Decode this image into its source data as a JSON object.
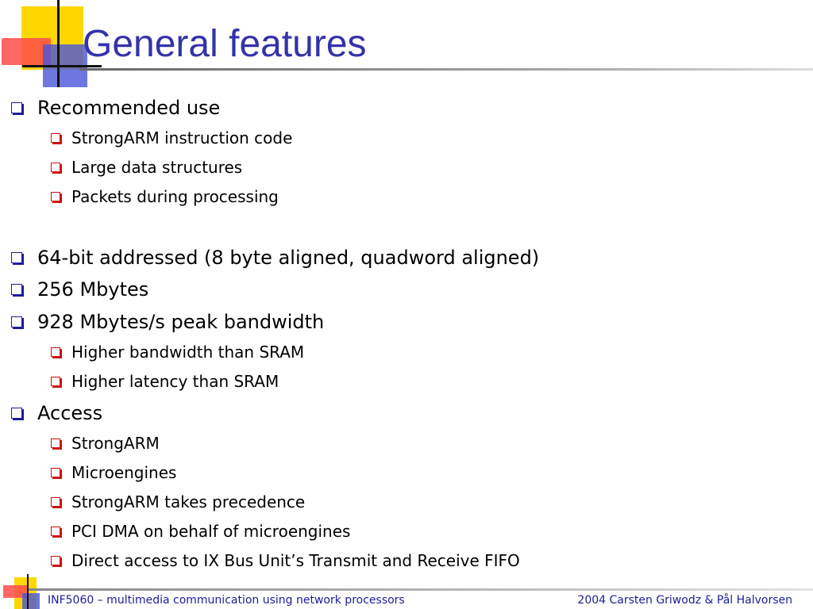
{
  "slide": {
    "title": "General features",
    "bullets": [
      {
        "level": 1,
        "text": "Recommended use"
      },
      {
        "level": 2,
        "text": "StrongARM instruction code"
      },
      {
        "level": 2,
        "text": "Large data structures"
      },
      {
        "level": 2,
        "text": "Packets during processing"
      },
      {
        "level": 1,
        "text": "64-bit addressed (8 byte aligned, quadword aligned)"
      },
      {
        "level": 1,
        "text": "256 Mbytes"
      },
      {
        "level": 1,
        "text": "928 Mbytes/s peak bandwidth"
      },
      {
        "level": 2,
        "text": "Higher bandwidth than SRAM"
      },
      {
        "level": 2,
        "text": "Higher latency than SRAM"
      },
      {
        "level": 1,
        "text": "Access"
      },
      {
        "level": 2,
        "text": "StrongARM"
      },
      {
        "level": 2,
        "text": "Microengines"
      },
      {
        "level": 2,
        "text": "StrongARM takes precedence"
      },
      {
        "level": 2,
        "text": "PCI DMA on behalf of microengines"
      },
      {
        "level": 2,
        "text": "Direct access to IX Bus Unit’s Transmit and Receive FIFO"
      }
    ],
    "footer": {
      "left": "INF5060 – multimedia communication using network processors",
      "right": "2004  Carsten Griwodz & Pål Halvorsen"
    }
  },
  "colors": {
    "title": "#3333aa",
    "level1_bullet": "#1c1c9c",
    "level2_bullet": "#cc1111",
    "footer_text": "#1c1c9c",
    "logo_yellow": "#ffd700",
    "logo_red": "#ff4b4b",
    "logo_blue": "#4a55d8"
  },
  "icons": {
    "level1_bullet": "hollow-square-bullet-icon",
    "level2_bullet": "hollow-square-bullet-icon"
  }
}
